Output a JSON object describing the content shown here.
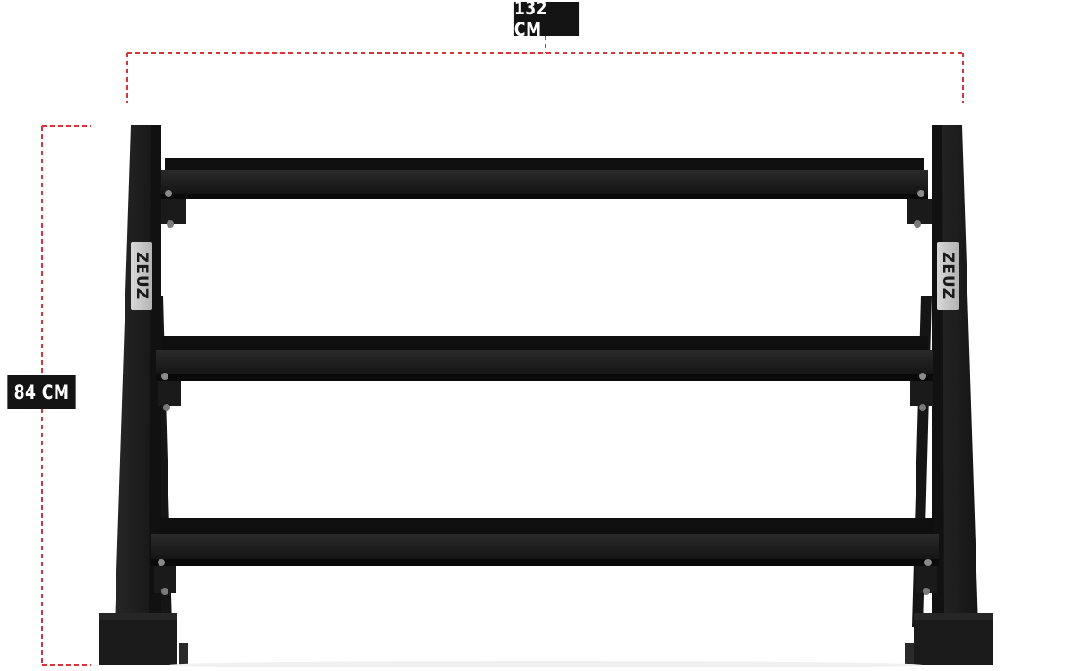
{
  "dimensions": {
    "width_label": "132 CM",
    "height_label": "84 CM"
  },
  "branding": {
    "logo_text": "ZEUZ"
  },
  "colors": {
    "dimension_line": "#d9343a",
    "frame": "#1c1c1c",
    "label_background": "#141414",
    "label_text": "#ffffff",
    "logo_plate": "#c9c9c9"
  },
  "product": {
    "shelf_count": 3
  }
}
